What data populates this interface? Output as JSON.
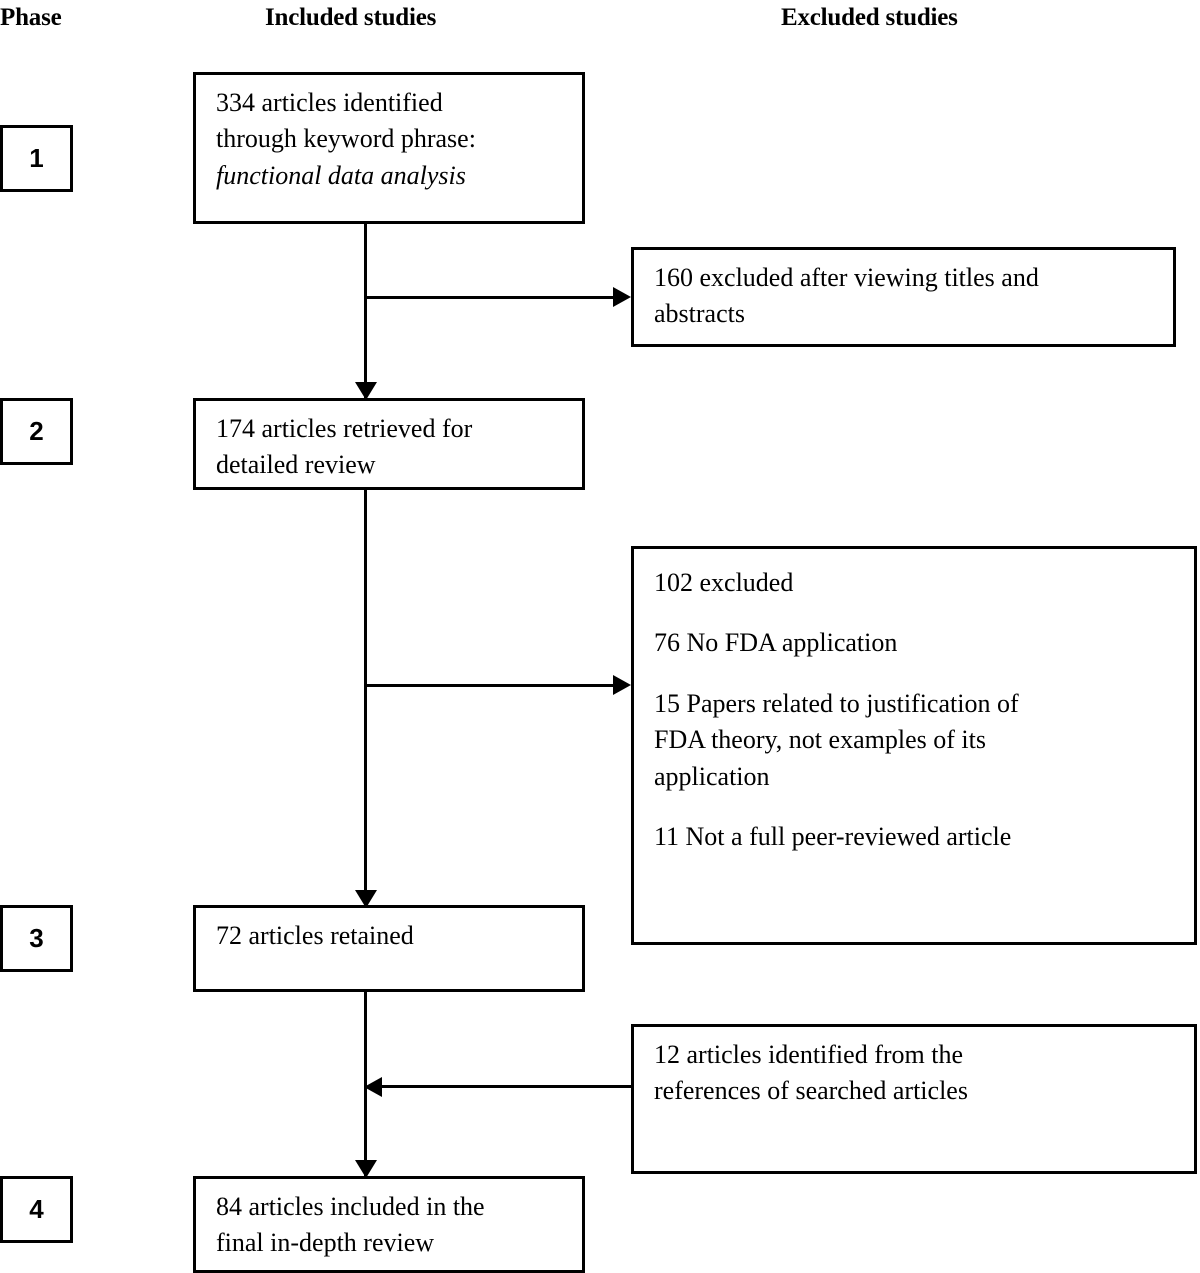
{
  "headers": {
    "phase": "Phase",
    "included": "Included studies",
    "excluded": "Excluded studies"
  },
  "phases": [
    {
      "number": "1"
    },
    {
      "number": "2"
    },
    {
      "number": "3"
    },
    {
      "number": "4"
    }
  ],
  "included_boxes": [
    {
      "id": "box-334",
      "line1": "334 articles identified",
      "line2": "through keyword phrase:",
      "line3_italic": "functional data analysis"
    },
    {
      "id": "box-174",
      "line1": "174 articles retrieved for",
      "line2": "detailed review"
    },
    {
      "id": "box-72",
      "line1": "72 articles retained"
    },
    {
      "id": "box-84",
      "line1": "84 articles included in the",
      "line2": "final in-depth review"
    }
  ],
  "excluded_boxes": [
    {
      "id": "box-160",
      "line1": "160 excluded after viewing titles and",
      "line2": "abstracts"
    },
    {
      "id": "box-102",
      "para1": "102 excluded",
      "para2": "76 No FDA application",
      "para3_l1": "15 Papers related to justification of",
      "para3_l2": "FDA theory, not examples of its",
      "para3_l3": "application",
      "para4": "11 Not a full peer-reviewed article"
    },
    {
      "id": "box-12",
      "line1": "12 articles identified from the",
      "line2": "references of searched articles"
    }
  ],
  "colors": {
    "stroke": "#000000",
    "background": "#ffffff",
    "text": "#000000"
  },
  "chart_data": {
    "type": "table",
    "title": "PRISMA-style study selection flow diagram",
    "columns": [
      "Phase",
      "Included studies",
      "Excluded studies"
    ],
    "rows": [
      {
        "phase": "1",
        "included": "334 articles identified through keyword phrase: functional data analysis",
        "included_count": 334,
        "excluded": "160 excluded after viewing titles and abstracts",
        "excluded_count": 160
      },
      {
        "phase": "2",
        "included": "174 articles retrieved for detailed review",
        "included_count": 174,
        "excluded": "102 excluded: 76 No FDA application; 15 Papers related to justification of FDA theory, not examples of its application; 11 Not a full peer-reviewed article",
        "excluded_count": 102,
        "excluded_breakdown": [
          {
            "label": "No FDA application",
            "value": 76
          },
          {
            "label": "Papers related to justification of FDA theory, not examples of its application",
            "value": 15
          },
          {
            "label": "Not a full peer-reviewed article",
            "value": 11
          }
        ]
      },
      {
        "phase": "3",
        "included": "72 articles retained",
        "included_count": 72,
        "added": "12 articles identified from the references of searched articles",
        "added_count": 12
      },
      {
        "phase": "4",
        "included": "84 articles included in the final in-depth review",
        "included_count": 84
      }
    ]
  }
}
